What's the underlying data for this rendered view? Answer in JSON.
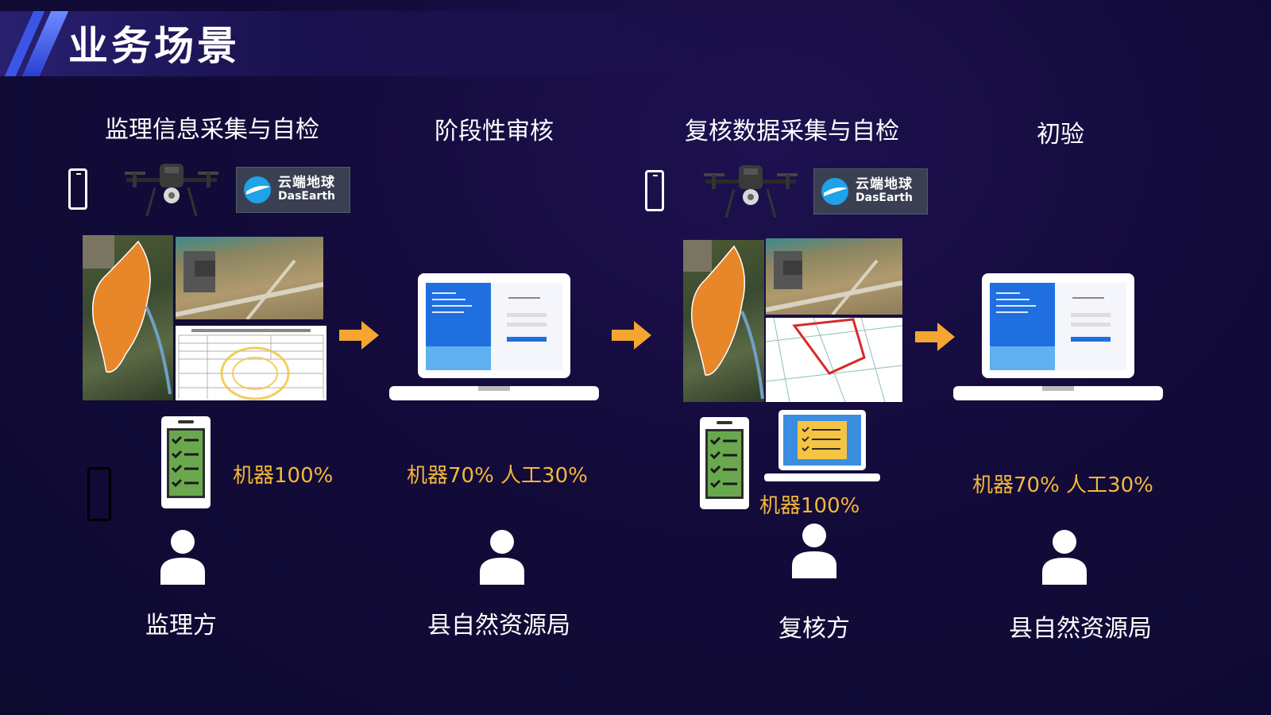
{
  "page_title": "业务场景",
  "stages": [
    {
      "name": "监理信息采集与自检",
      "ratio": "机器100%",
      "role": "监理方"
    },
    {
      "name": "阶段性审核",
      "ratio": "机器70%  人工30%",
      "role": "县自然资源局"
    },
    {
      "name": "复核数据采集与自检",
      "ratio": "机器100%",
      "role": "复核方"
    },
    {
      "name": "初验",
      "ratio": "机器70%  人工30%",
      "role": "县自然资源局"
    }
  ],
  "logo": {
    "cn": "云端地球",
    "en": "DasEarth"
  },
  "colors": {
    "accent_orange": "#f5b73a",
    "arrow": "#f4a630",
    "background": "#130b3a"
  },
  "icons": [
    "phone-icon",
    "drone-icon",
    "dasearth-logo",
    "arrow-right-icon",
    "laptop-icon",
    "checklist-phone-icon",
    "person-icon"
  ]
}
